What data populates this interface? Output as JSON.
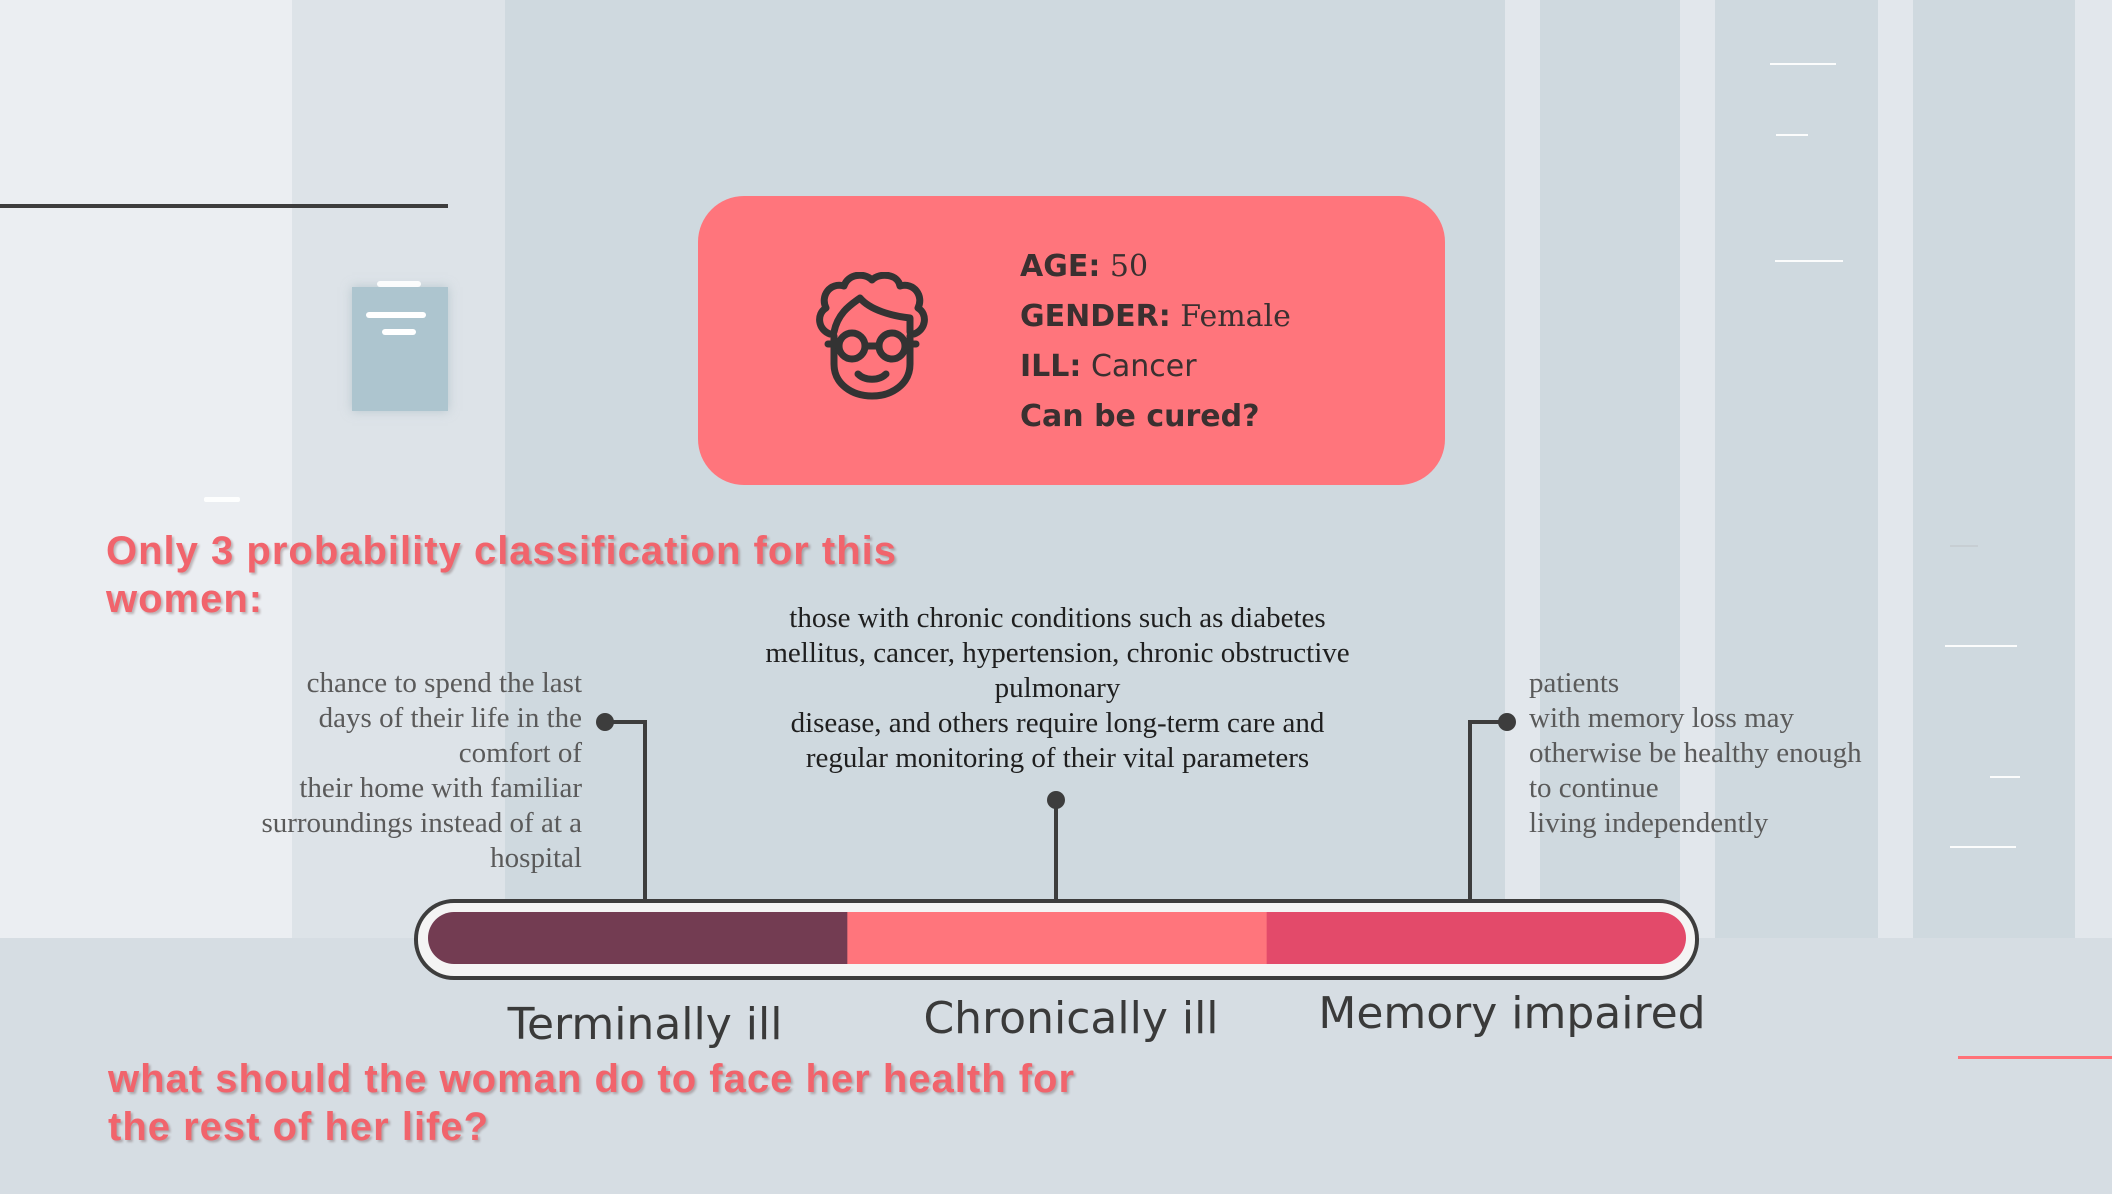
{
  "patient_card": {
    "age_label": "AGE:",
    "age_value": "50",
    "gender_label": "GENDER:",
    "gender_value": "Female",
    "ill_label": "ILL:",
    "ill_value": "Cancer",
    "question": "Can be cured?",
    "icon": "elderly-woman-glasses-icon"
  },
  "headline": "Only 3 probability classification for this women:",
  "question_footer": "what should the woman do to face her health for the rest of her life?",
  "categories": [
    {
      "label": "Terminally ill",
      "color": "#733c52",
      "description": [
        "chance to spend the last",
        "days of their life in the",
        "comfort of",
        "their home with familiar",
        "surroundings instead of at a",
        "hospital"
      ]
    },
    {
      "label": "Chronically ill",
      "color": "#ff757c",
      "description": [
        "those with chronic conditions such as diabetes",
        "mellitus, cancer, hypertension, chronic obstructive",
        "pulmonary",
        "disease, and others require long-term care and",
        "regular monitoring of their vital parameters"
      ]
    },
    {
      "label": "Memory impaired",
      "color": "#e34a6a",
      "description": [
        "patients",
        "with memory loss may",
        "otherwise be healthy enough",
        "to continue",
        "living independently"
      ]
    }
  ],
  "colors": {
    "accent": "#ff757c",
    "heading": "#f1646c",
    "bar_outline": "#3d3d3d"
  }
}
